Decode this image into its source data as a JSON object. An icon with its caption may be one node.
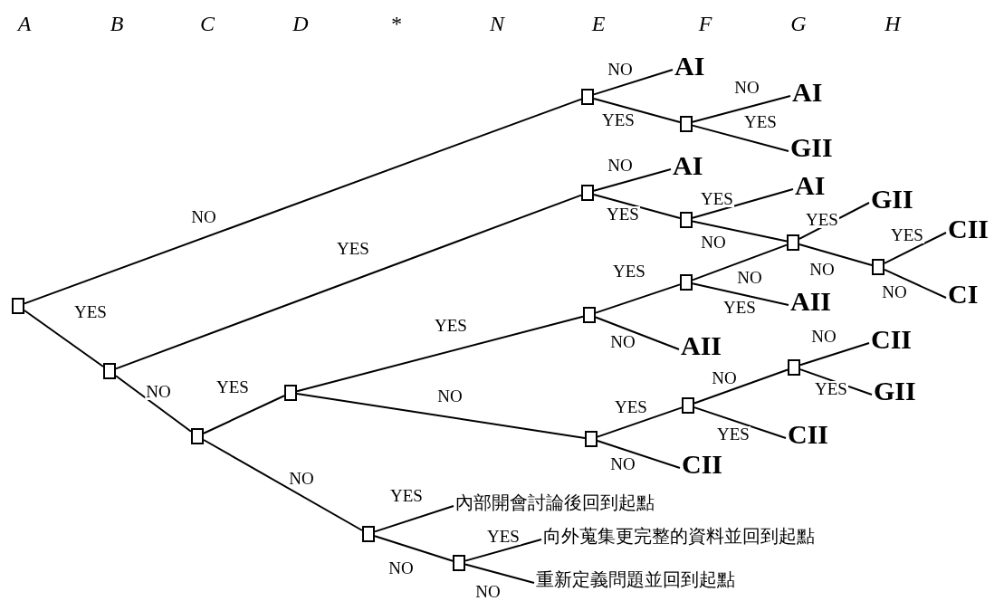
{
  "diagram": {
    "nodes": [
      {
        "text": [],
        "shape": "box"
      },
      {
        "text": [],
        "shape": "box"
      },
      {
        "text": [],
        "shape": "box"
      },
      {
        "text": [],
        "shape": "box"
      },
      {
        "text": [],
        "shape": "box"
      },
      {
        "text": [
          "AI"
        ]
      },
      {
        "text": [],
        "shape": "box"
      },
      {
        "text": [
          "AI"
        ]
      },
      {
        "text": [
          "GII"
        ]
      },
      {
        "text": [],
        "shape": "box"
      },
      {
        "text": [
          "AI"
        ]
      },
      {
        "text": [],
        "shape": "box"
      },
      {
        "text": [
          "AI"
        ]
      },
      {
        "text": [],
        "shape": "box"
      },
      {
        "text": [
          "GII"
        ]
      },
      {
        "text": [],
        "shape": "box"
      },
      {
        "text": [
          "CII"
        ]
      },
      {
        "text": [
          "CI"
        ]
      },
      {
        "text": [],
        "shape": "box"
      },
      {
        "text": [],
        "shape": "box"
      },
      {
        "text": [
          "AII"
        ]
      },
      {
        "text": [
          "AII"
        ]
      },
      {
        "text": [],
        "shape": "box"
      },
      {
        "text": [],
        "shape": "box"
      },
      {
        "text": [
          "CII"
        ]
      },
      {
        "text": [],
        "shape": "box"
      },
      {
        "text": [
          "CII"
        ]
      },
      {
        "text": [
          "GII"
        ]
      },
      {
        "text": [
          "CII"
        ]
      },
      {
        "text": [],
        "shape": "box"
      },
      {
        "text": [
          "內部開會討論後回到起點"
        ]
      },
      {
        "text": [],
        "shape": "box"
      },
      {
        "text": [
          "向外蒐集更完整的資料並回到起點"
        ]
      },
      {
        "text": [
          "重新定義問題並回到起點"
        ]
      }
    ],
    "edges": [
      {
        "from": 0,
        "to": 4,
        "arrow": "none",
        "label": "NO"
      },
      {
        "from": 0,
        "to": 1,
        "arrow": "none",
        "label": "YES"
      },
      {
        "from": 4,
        "to": 5,
        "arrow": "none",
        "label": "NO"
      },
      {
        "from": 4,
        "to": 6,
        "arrow": "none",
        "label": "YES"
      },
      {
        "from": 6,
        "to": 7,
        "arrow": "none",
        "label": "NO"
      },
      {
        "from": 6,
        "to": 8,
        "arrow": "none",
        "label": "YES"
      },
      {
        "from": 1,
        "to": 9,
        "arrow": "none",
        "label": "YES"
      },
      {
        "from": 1,
        "to": 2,
        "arrow": "none",
        "label": "NO"
      },
      {
        "from": 9,
        "to": 10,
        "arrow": "none",
        "label": "NO"
      },
      {
        "from": 9,
        "to": 11,
        "arrow": "none",
        "label": "YES"
      },
      {
        "from": 11,
        "to": 12,
        "arrow": "none",
        "label": "YES"
      },
      {
        "from": 11,
        "to": 13,
        "arrow": "none",
        "label": "NO"
      },
      {
        "from": 13,
        "to": 14,
        "arrow": "none",
        "label": "YES"
      },
      {
        "from": 13,
        "to": 15,
        "arrow": "none",
        "label": "NO"
      },
      {
        "from": 15,
        "to": 16,
        "arrow": "none",
        "label": "YES"
      },
      {
        "from": 15,
        "to": 17,
        "arrow": "none",
        "label": "NO"
      },
      {
        "from": 2,
        "to": 3,
        "arrow": "none",
        "label": "YES"
      },
      {
        "from": 2,
        "to": 29,
        "arrow": "none",
        "label": "NO"
      },
      {
        "from": 3,
        "to": 18,
        "arrow": "none",
        "label": "YES"
      },
      {
        "from": 3,
        "to": 22,
        "arrow": "none",
        "label": "NO"
      },
      {
        "from": 18,
        "to": 19,
        "arrow": "none",
        "label": "YES"
      },
      {
        "from": 18,
        "to": 21,
        "arrow": "none",
        "label": "NO"
      },
      {
        "from": 19,
        "to": 13,
        "arrow": "none",
        "label": "NO"
      },
      {
        "from": 19,
        "to": 20,
        "arrow": "none",
        "label": "YES"
      },
      {
        "from": 22,
        "to": 23,
        "arrow": "none",
        "label": "YES"
      },
      {
        "from": 22,
        "to": 28,
        "arrow": "none",
        "label": "NO"
      },
      {
        "from": 23,
        "to": 25,
        "arrow": "none",
        "label": "NO"
      },
      {
        "from": 23,
        "to": 24,
        "arrow": "none",
        "label": "YES"
      },
      {
        "from": 25,
        "to": 26,
        "arrow": "none",
        "label": "NO"
      },
      {
        "from": 25,
        "to": 27,
        "arrow": "none",
        "label": "YES"
      },
      {
        "from": 29,
        "to": 30,
        "arrow": "none",
        "label": "YES"
      },
      {
        "from": 29,
        "to": 31,
        "arrow": "none",
        "label": "NO"
      },
      {
        "from": 31,
        "to": 32,
        "arrow": "none",
        "label": "YES"
      },
      {
        "from": 31,
        "to": 33,
        "arrow": "none",
        "label": "NO"
      }
    ],
    "labels": [
      "A",
      "B",
      "C",
      "D",
      "*",
      "N",
      "E",
      "F",
      "G",
      "H"
    ]
  }
}
